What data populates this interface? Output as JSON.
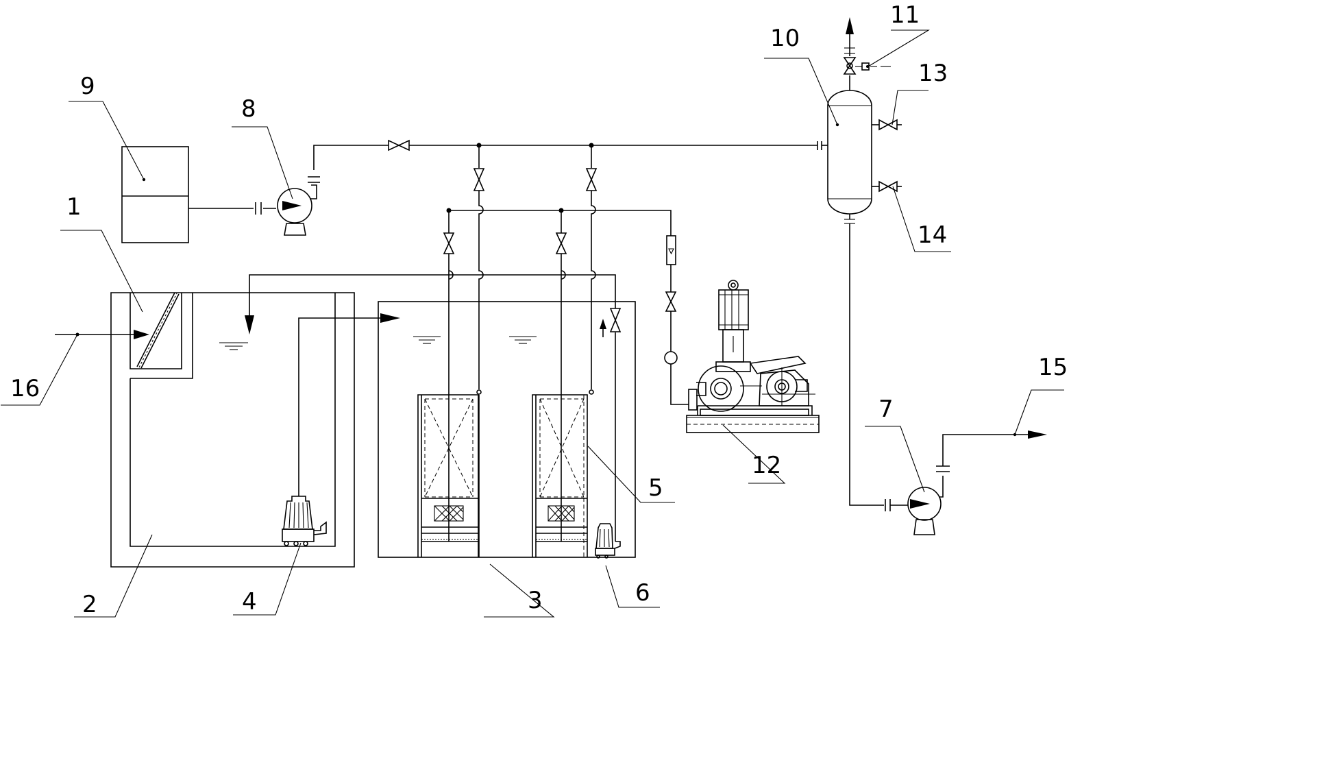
{
  "callouts": [
    {
      "id": "c1",
      "text": "1"
    },
    {
      "id": "c2",
      "text": "2"
    },
    {
      "id": "c3",
      "text": "3"
    },
    {
      "id": "c4",
      "text": "4"
    },
    {
      "id": "c5",
      "text": "5"
    },
    {
      "id": "c6",
      "text": "6"
    },
    {
      "id": "c7",
      "text": "7"
    },
    {
      "id": "c8",
      "text": "8"
    },
    {
      "id": "c9",
      "text": "9"
    },
    {
      "id": "c10",
      "text": "10"
    },
    {
      "id": "c11",
      "text": "11"
    },
    {
      "id": "c12",
      "text": "12"
    },
    {
      "id": "c13",
      "text": "13"
    },
    {
      "id": "c14",
      "text": "14"
    },
    {
      "id": "c15",
      "text": "15"
    },
    {
      "id": "c16",
      "text": "16"
    }
  ],
  "colors": {
    "line": "#000000",
    "background": "#ffffff"
  }
}
